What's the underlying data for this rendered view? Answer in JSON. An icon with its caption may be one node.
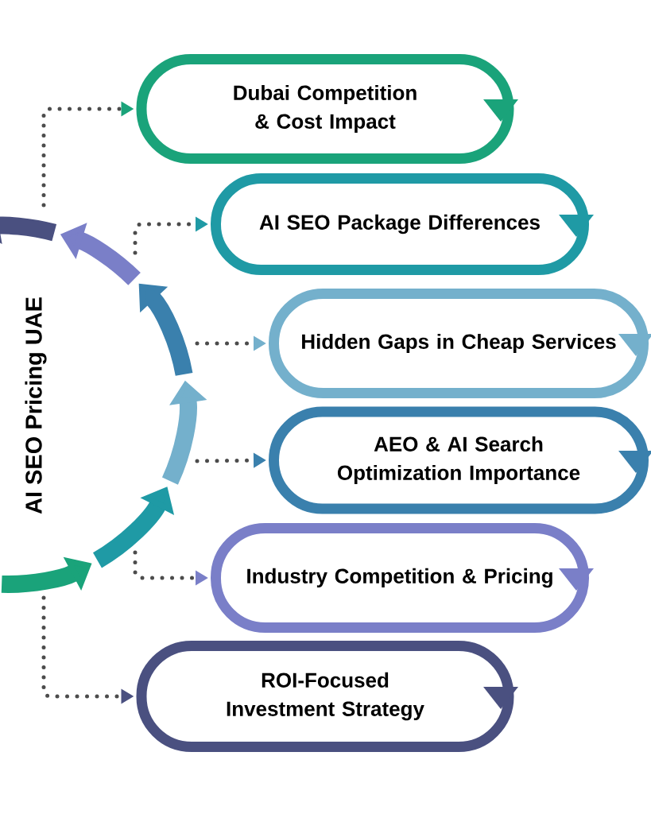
{
  "diagram": {
    "title": "AI SEO Pricing UAE",
    "nodes": [
      {
        "text": [
          "Dubai Competition & Cost Impact"
        ]
      },
      {
        "text": [
          "AI SEO Package Differences"
        ]
      },
      {
        "text": [
          "Hidden Gaps in Cheap Services"
        ]
      },
      {
        "text": [
          "AEO & AI Search Optimization Importance"
        ]
      },
      {
        "text": [
          "Industry Competition & Pricing"
        ]
      },
      {
        "text": [
          "ROI-Focused Investment Strategy"
        ]
      }
    ],
    "edges": [
      {
        "from": null,
        "to": 0,
        "arrow": "to"
      },
      {
        "from": null,
        "to": 1,
        "arrow": "to"
      },
      {
        "from": null,
        "to": 2,
        "arrow": "to"
      },
      {
        "from": null,
        "to": 3,
        "arrow": "to"
      },
      {
        "from": null,
        "to": 4,
        "arrow": "to"
      },
      {
        "from": null,
        "to": 5,
        "arrow": "to"
      }
    ]
  }
}
